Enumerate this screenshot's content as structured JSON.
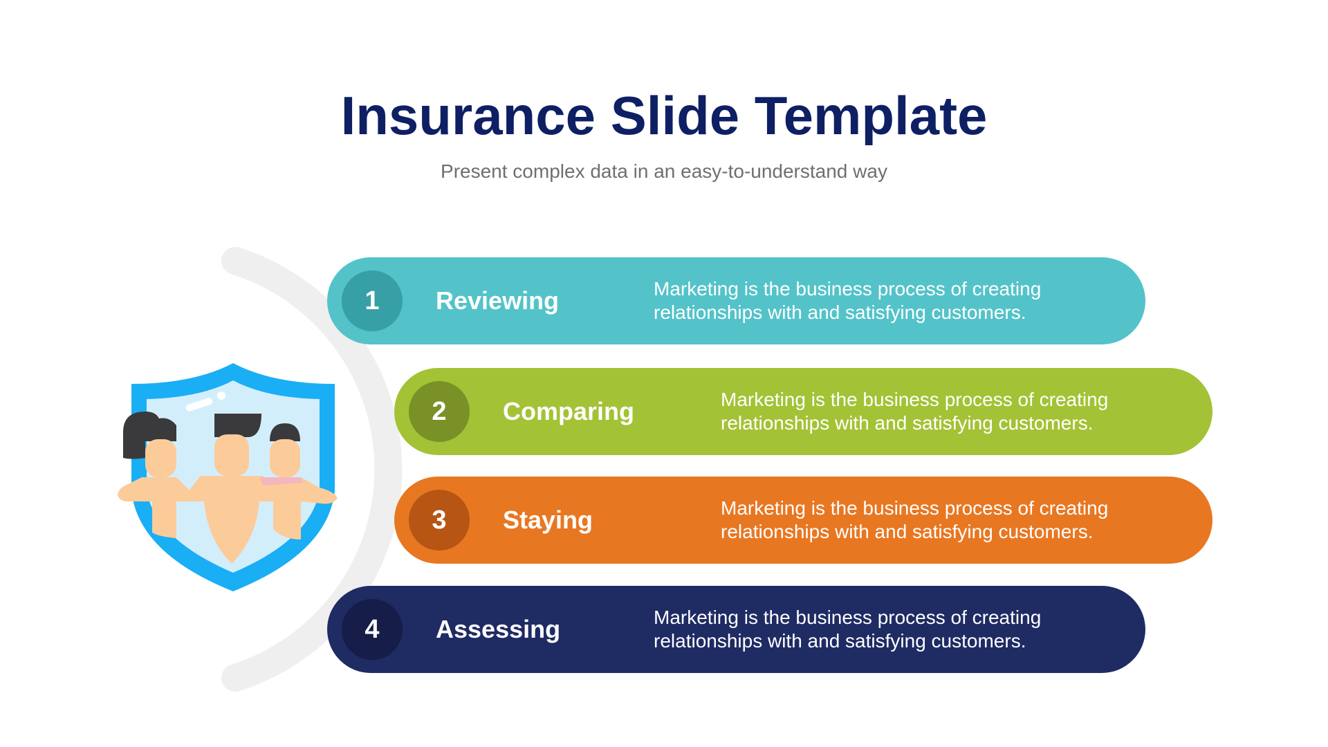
{
  "header": {
    "title": "Insurance Slide Template",
    "subtitle": "Present complex data in an easy-to-understand way"
  },
  "illustration": {
    "icon": "shield-family-icon",
    "colors": {
      "shield": "#1aaef5",
      "shield_fill": "#d3eefb",
      "skin": "#fccb9a",
      "hair": "#3a3a3c"
    }
  },
  "steps": [
    {
      "number": "1",
      "label": "Reviewing",
      "description": "Marketing is the business process of creating relationships with and satisfying customers.",
      "color": "#53c3c9",
      "circle_color": "#36a0a6"
    },
    {
      "number": "2",
      "label": "Comparing",
      "description": "Marketing is the business process of creating relationships with and satisfying customers.",
      "color": "#a3c235",
      "circle_color": "#7a9128"
    },
    {
      "number": "3",
      "label": "Staying",
      "description": "Marketing is the business process of creating relationships with and satisfying customers.",
      "color": "#e87722",
      "circle_color": "#b65514"
    },
    {
      "number": "4",
      "label": "Assessing",
      "description": "Marketing is the business process of creating relationships with and satisfying customers.",
      "color": "#1f2b63",
      "circle_color": "#151d48"
    }
  ]
}
